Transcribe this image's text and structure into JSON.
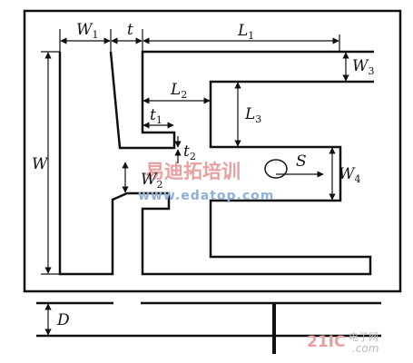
{
  "labels": {
    "W1": {
      "main": "W",
      "sub": "1"
    },
    "t": {
      "main": "t",
      "sub": ""
    },
    "L1": {
      "main": "L",
      "sub": "1"
    },
    "W3": {
      "main": "W",
      "sub": "3"
    },
    "L2": {
      "main": "L",
      "sub": "2"
    },
    "L3": {
      "main": "L",
      "sub": "3"
    },
    "t1": {
      "main": "t",
      "sub": "1"
    },
    "t2": {
      "main": "t",
      "sub": "2"
    },
    "W": {
      "main": "W",
      "sub": ""
    },
    "W2": {
      "main": "W",
      "sub": "2"
    },
    "S": {
      "main": "S",
      "sub": ""
    },
    "W4": {
      "main": "W",
      "sub": "4"
    },
    "D": {
      "main": "D",
      "sub": ""
    }
  },
  "watermark": {
    "chinese": "易迪拓培训",
    "url": "www.edatop.com",
    "logo_number": "21IC",
    "logo_chinese": "电子网",
    "logo_com": ".com"
  }
}
